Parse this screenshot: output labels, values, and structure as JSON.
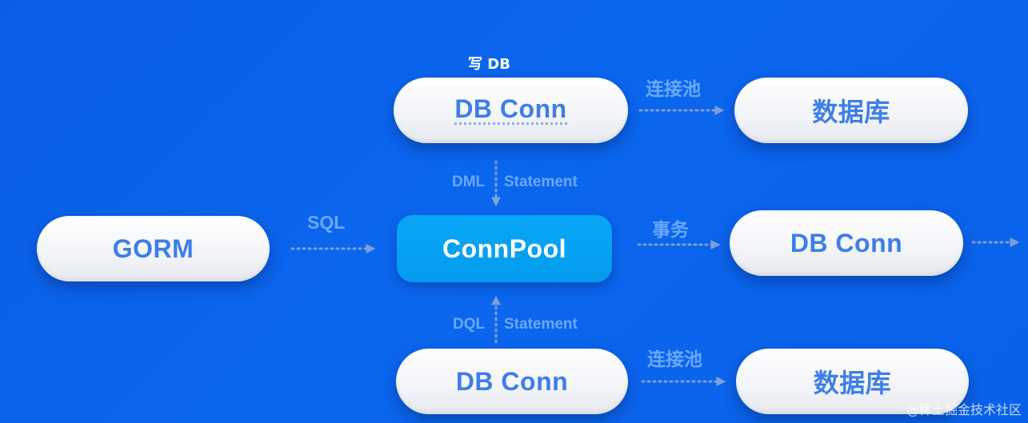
{
  "nodes": {
    "write_db_label": "写 DB",
    "db_conn_top": "DB Conn",
    "db_top": "数据库",
    "gorm": "GORM",
    "connpool": "ConnPool",
    "db_conn_mid": "DB Conn",
    "db_conn_bottom": "DB Conn",
    "db_bottom": "数据库"
  },
  "edges": {
    "conn_pool_top": "连接池",
    "dml": "DML",
    "statement_top": "Statement",
    "sql": "SQL",
    "transaction": "事务",
    "dql": "DQL",
    "statement_bottom": "Statement",
    "conn_pool_bottom": "连接池"
  },
  "footer": "@稀土掘金技术社区",
  "colors": {
    "background": "#0b64ec",
    "pill": "#f2f4f8",
    "pill_text": "#3d7ee8",
    "connpool": "#039cf0",
    "edge_label": "#6aa8ff",
    "arrow": "#7f9fd8"
  }
}
